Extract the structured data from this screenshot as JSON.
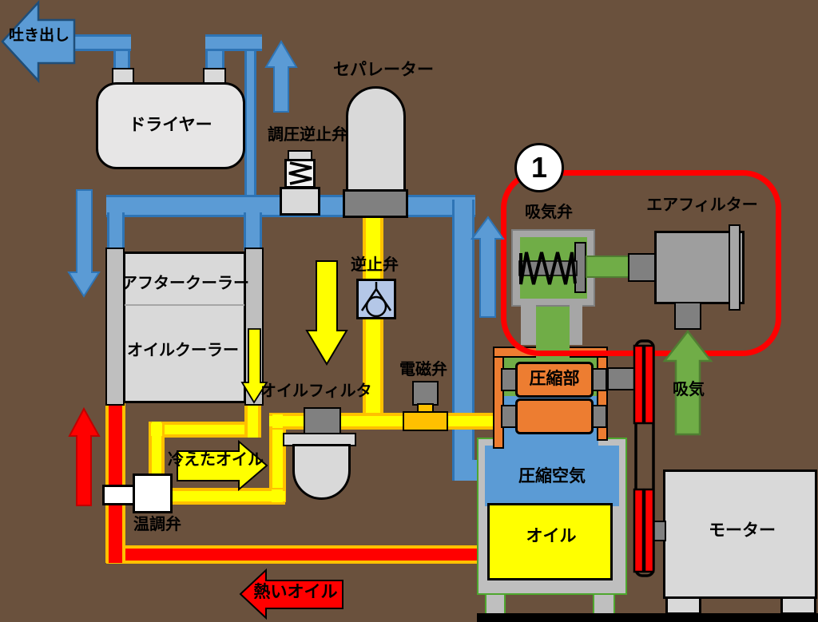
{
  "labels": {
    "discharge": "吐き出し",
    "dryer": "ドライヤー",
    "separator": "セパレーター",
    "pressure_regulating_check_valve": "調圧逆止弁",
    "check_valve": "逆止弁",
    "aftercooler": "アフタークーラー",
    "oil_cooler": "オイルクーラー",
    "oil_filter": "オイルフィルタ",
    "solenoid_valve": "電磁弁",
    "cooled_oil": "冷えたオイル",
    "thermo_valve": "温調弁",
    "hot_oil": "熱いオイル",
    "compression_unit": "圧縮部",
    "compressed_air": "圧縮空気",
    "oil": "オイル",
    "motor": "モーター",
    "intake_valve": "吸気弁",
    "air_filter": "エアフィルター",
    "intake": "吸気",
    "step_marker": "1"
  },
  "colors": {
    "background": "#6A513D",
    "air_pipe_blue": "#5B9BD5",
    "oil_pipe_yellow": "#FFFF00",
    "oil_pipe_border": "#FFC000",
    "hot_oil_red": "#FF0000",
    "intake_green": "#70AD47",
    "compressor_orange": "#ED7D31",
    "highlight_red": "#FF0000",
    "component_gray": "#D9D9D9",
    "dark_gray": "#808080"
  }
}
